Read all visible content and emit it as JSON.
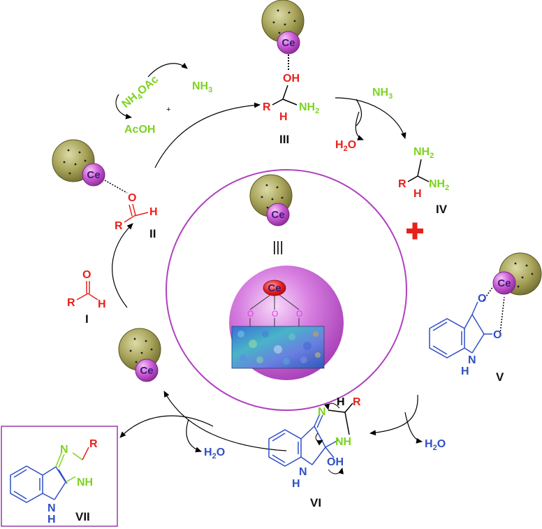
{
  "metal": "Ce",
  "colors": {
    "red": "#e8201b",
    "green": "#7dd321",
    "blue": "#2f4fc7",
    "purple": "#c050d0",
    "olive": "#8f8a45",
    "bond": "#000000"
  },
  "compounds": {
    "I": {
      "label": "I",
      "O": "O",
      "R": "R",
      "H": "H"
    },
    "II": {
      "label": "II",
      "O": "O",
      "R": "R",
      "H": "H"
    },
    "III": {
      "label": "III",
      "OH": "OH",
      "R": "R",
      "H": "H",
      "NH2": "NH",
      "sub2": "2"
    },
    "IV": {
      "label": "IV",
      "NH2a": "NH",
      "NH2b": "NH",
      "sub2": "2",
      "R": "R",
      "H": "H"
    },
    "V": {
      "label": "V",
      "O1": "O",
      "O2": "O",
      "NH": "N",
      "H": "H"
    },
    "VI": {
      "label": "VI",
      "N": "N",
      "H": "H",
      "R": "R",
      "NH": "NH",
      "ringN": "N",
      "ringH": "H",
      "OH": "OH"
    },
    "VII": {
      "label": "VII",
      "N": "N",
      "R": "R",
      "NH": "NH",
      "ringN": "N",
      "ringH": "H"
    }
  },
  "reagents": {
    "nh4oac": {
      "main": "NH",
      "sub": "4",
      "rest": "OAc"
    },
    "acoh": "AcOH",
    "nh3_top": {
      "main": "NH",
      "sub": "3"
    },
    "plus_small": "+",
    "nh3_right": {
      "main": "NH",
      "sub": "3"
    },
    "h2o_top": {
      "main": "H",
      "sub": "2",
      "rest": "O"
    },
    "h2o_right": {
      "main": "H",
      "sub": "2",
      "rest": "O"
    },
    "h2o_bottom": {
      "main": "H",
      "sub": "2",
      "rest": "O"
    }
  },
  "center": {
    "triple_bond": "|||",
    "support_O": "O"
  }
}
